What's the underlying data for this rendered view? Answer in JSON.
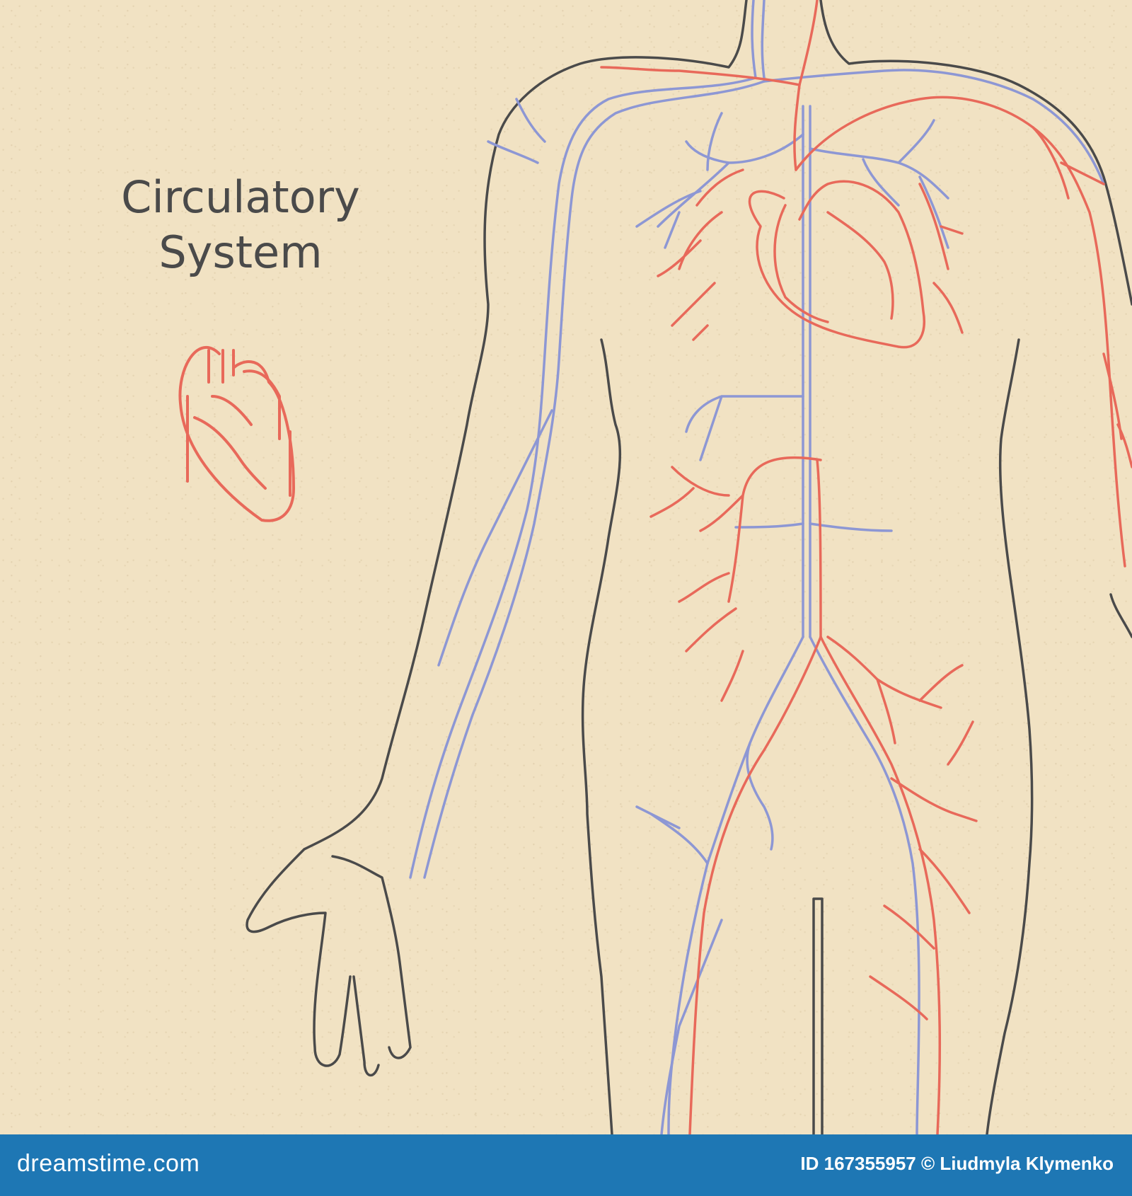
{
  "title": {
    "line1": "Circulatory",
    "line2": "System"
  },
  "footer": {
    "brand": "dreamstime.com",
    "credit": "ID 167355957 © Liudmyla Klymenko"
  },
  "colors": {
    "background": "#f1e2c3",
    "outline": "#4a4a4a",
    "artery": "#e8695a",
    "vein": "#8d97d4",
    "footer": "#1e77b4"
  },
  "icons": {
    "small_heart": "heart-icon"
  }
}
